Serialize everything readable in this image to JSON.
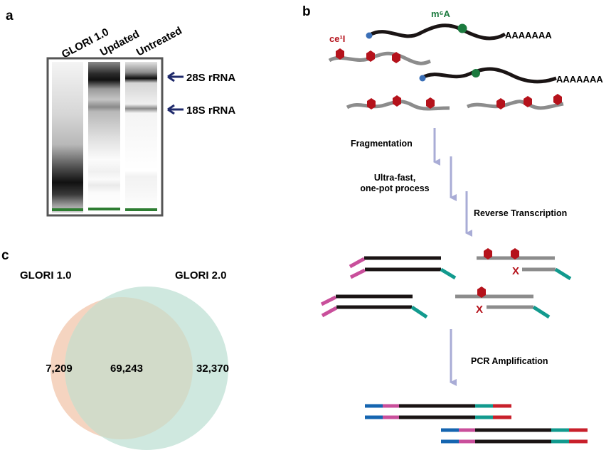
{
  "panels": {
    "a": {
      "label": "a",
      "lane_labels": [
        "GLORI 1.0",
        "Updated",
        "Untreated"
      ],
      "markers": [
        {
          "label": "28S rRNA",
          "arrow": "left-arrow"
        },
        {
          "label": "18S rRNA",
          "arrow": "left-arrow"
        }
      ],
      "colors": {
        "arrow": "#1f2a6b",
        "ladder": "#2e7d32",
        "frame": "#555555"
      }
    },
    "b": {
      "label": "b",
      "legend": {
        "ce1I": "ce¹I",
        "m6A": "m⁶A"
      },
      "poly_a": "AAAAAAA",
      "steps": [
        "Fragmentation",
        "Ultra-fast,",
        "one-pot process",
        "Reverse Transcription",
        "PCR Amplification"
      ],
      "blocked_mark": "X",
      "colors": {
        "mrna": "#1a1414",
        "rrna": "#8c8c8c",
        "ce1I": "#b5121b",
        "m6A": "#1b7a3e",
        "cap": "#3a6fb7",
        "arrow": "#a9acd6",
        "adapter_5": "#c94f9b",
        "adapter_3": "#129a8e",
        "index_5": "#1565b0",
        "index_3": "#c8202b"
      }
    },
    "c": {
      "label": "c",
      "set_labels": [
        "GLORI 1.0",
        "GLORI 2.0"
      ],
      "colors": {
        "glori1": "#f5d4c0",
        "glori2": "#cfe8df",
        "overlap": "#d2dbc9"
      }
    }
  },
  "chart_data": {
    "type": "venn",
    "title": "",
    "sets": [
      {
        "name": "GLORI 1.0",
        "only": 7209
      },
      {
        "name": "GLORI 2.0",
        "only": 32370
      }
    ],
    "overlap": 69243,
    "labels": {
      "glori1_only": "7,209",
      "overlap": "69,243",
      "glori2_only": "32,370"
    }
  }
}
